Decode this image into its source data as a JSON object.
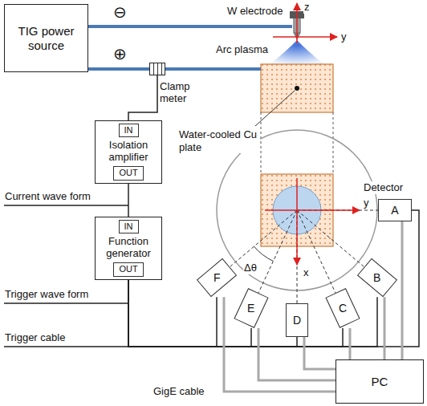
{
  "diagram": {
    "nodes": [
      {
        "text": [
          "TIG power source"
        ]
      },
      {
        "text": [
          "Clamp meter"
        ]
      },
      {
        "text": [
          "Isolation amplifier",
          "IN",
          "OUT"
        ]
      },
      {
        "text": [
          "Function generator",
          "IN",
          "OUT"
        ]
      },
      {
        "text": [
          "A"
        ]
      },
      {
        "text": [
          "B"
        ]
      },
      {
        "text": [
          "C"
        ]
      },
      {
        "text": [
          "D"
        ]
      },
      {
        "text": [
          "E"
        ]
      },
      {
        "text": [
          "F"
        ]
      },
      {
        "text": [
          "PC"
        ]
      }
    ],
    "edges": [
      {
        "from": 0,
        "to": 1,
        "arrow": "none"
      },
      {
        "from": 1,
        "to": 2,
        "arrow": "none"
      },
      {
        "from": 2,
        "to": 3,
        "arrow": "none"
      },
      {
        "from": 3,
        "to": 4,
        "arrow": "none"
      },
      {
        "from": 3,
        "to": 5,
        "arrow": "none"
      },
      {
        "from": 3,
        "to": 6,
        "arrow": "none"
      },
      {
        "from": 3,
        "to": 7,
        "arrow": "none"
      },
      {
        "from": 3,
        "to": 8,
        "arrow": "none"
      },
      {
        "from": 3,
        "to": 9,
        "arrow": "none"
      },
      {
        "from": 4,
        "to": 10,
        "arrow": "none"
      },
      {
        "from": 5,
        "to": 10,
        "arrow": "none"
      },
      {
        "from": 6,
        "to": 10,
        "arrow": "none"
      },
      {
        "from": 7,
        "to": 10,
        "arrow": "none"
      },
      {
        "from": 8,
        "to": 10,
        "arrow": "none"
      },
      {
        "from": 9,
        "to": 10,
        "arrow": "none"
      }
    ],
    "labels": [
      "⊖",
      "W electrode",
      "z",
      "y",
      "Arc plasma",
      "⊕",
      "Water-cooled Cu plate",
      "Current wave form",
      "Trigger wave form",
      "Trigger cable",
      "Detector",
      "y",
      "x",
      "Δθ",
      "GigE cable"
    ]
  }
}
